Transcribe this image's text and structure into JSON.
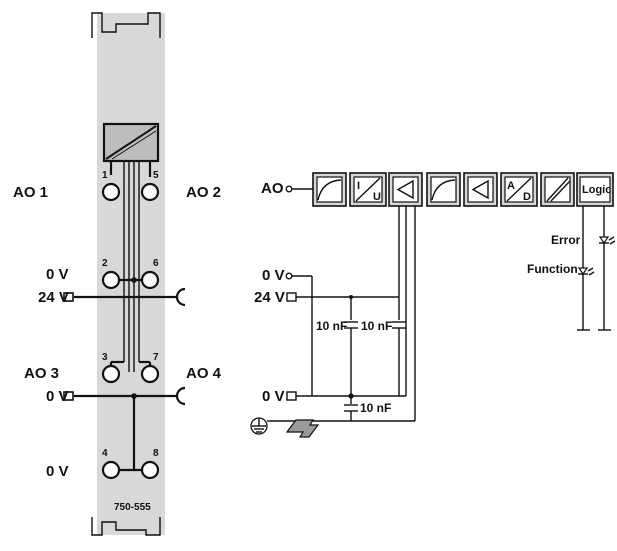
{
  "module": {
    "part_number": "750-555",
    "left_labels": {
      "ao1": "AO 1",
      "ao2": "AO 2",
      "ov_a": "0 V",
      "v24": "24 V",
      "ao3": "AO 3",
      "ao4": "AO 4",
      "ov_b": "0 V",
      "ov_c": "0 V"
    },
    "pin_numbers": [
      "1",
      "2",
      "3",
      "4",
      "5",
      "6",
      "7",
      "8"
    ]
  },
  "schematic": {
    "labels": {
      "ao": "AO",
      "ov_top": "0 V",
      "v24": "24 V",
      "ov_bottom": "0 V",
      "cap1": "10 nF",
      "cap2": "10 nF",
      "cap3": "10 nF",
      "error": "Error",
      "function": "Function"
    },
    "blocks": {
      "i_label": "I",
      "u_label": "U",
      "a_label": "A",
      "d_label": "D",
      "logic_label": "Logic"
    }
  },
  "colors": {
    "ink": "#111111",
    "panel": "#d8d8d8",
    "background": "#ffffff"
  },
  "icons": [
    "ground-icon",
    "din-rail-icon",
    "led-icon",
    "converter-icon"
  ]
}
